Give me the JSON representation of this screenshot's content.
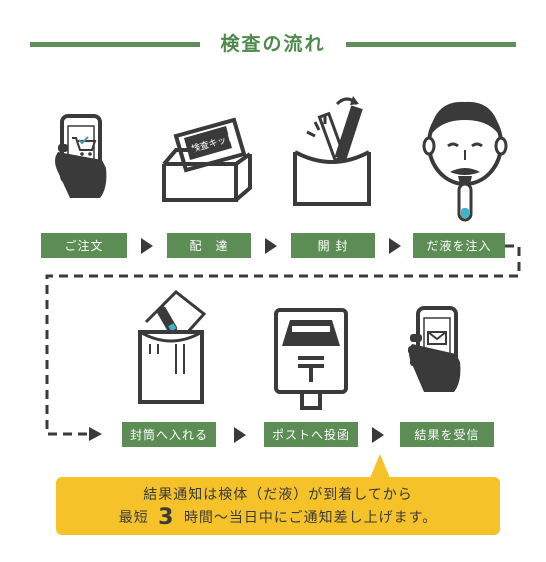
{
  "title": "検査の流れ",
  "steps_row1": [
    "ご注文",
    "配　達",
    "開 封",
    "だ液を注入"
  ],
  "steps_row2": [
    "封筒へ入れる",
    "ポストへ投函",
    "結果を受信"
  ],
  "kit_label": "検査キット",
  "note": {
    "line1": "結果通知は検体（だ液）が到着してから",
    "line2_prefix": "最短",
    "line2_number": "3",
    "line2_suffix": "時間～当日中にご通知差し上げます。"
  },
  "colors": {
    "accent_green": "#5b8d55",
    "note_yellow": "#f5c22a",
    "icon_dark": "#3a3a3a"
  }
}
